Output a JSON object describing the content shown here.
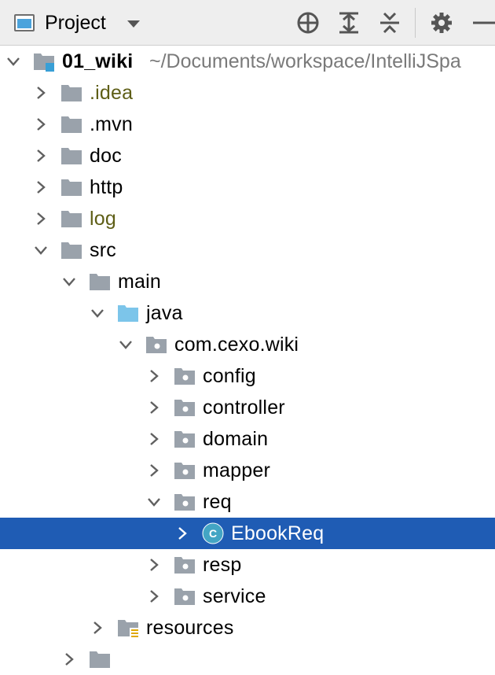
{
  "panel": {
    "title": "Project",
    "toolbar_icons": [
      "select-opened-file-icon",
      "expand-all-icon",
      "collapse-all-icon",
      "gear-icon",
      "hide-icon"
    ],
    "colors": {
      "folder": "#9aa2ab",
      "source_folder": "#7cc5ea",
      "class_icon": "#43a5c4",
      "selection": "#1f5cb4",
      "excluded_text": "#5e5e16"
    }
  },
  "tree": {
    "project": {
      "name": "01_wiki",
      "path": "~/Documents/workspace/IntelliJSpa"
    },
    "idea": ".idea",
    "mvn": ".mvn",
    "doc": "doc",
    "http": "http",
    "log": "log",
    "src": "src",
    "main": "main",
    "java": "java",
    "pkg": "com.cexo.wiki",
    "config": "config",
    "controller": "controller",
    "domain": "domain",
    "mapper": "mapper",
    "req": "req",
    "ebookreq": "EbookReq",
    "ebookreq_badge": "C",
    "resp": "resp",
    "service": "service",
    "resources": "resources"
  }
}
